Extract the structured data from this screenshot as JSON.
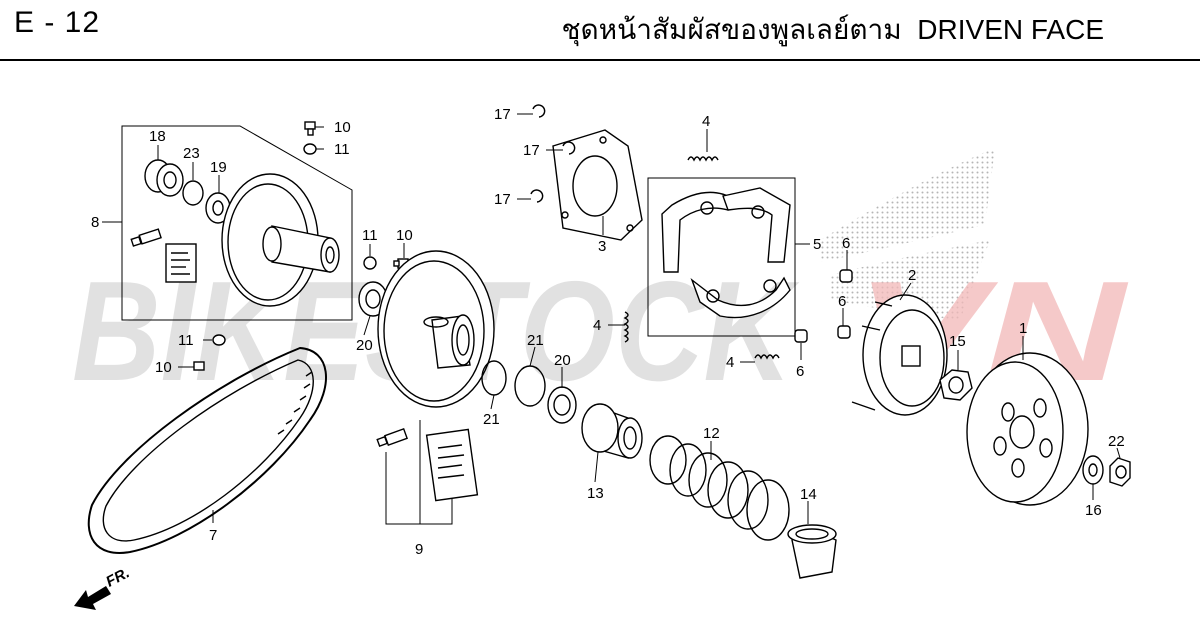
{
  "header": {
    "page_code": "E - 12",
    "title_thai": "ชุดหน้าสัมผัสของพูลเลย์ตาม",
    "title_en": "DRIVEN FACE"
  },
  "watermark": {
    "text_main": "BIKESTOCK",
    "text_accent": "VN",
    "colors": {
      "main": "#d7d7d7",
      "accent": "#f2b8b8"
    }
  },
  "direction_label": "FR.",
  "callouts": {
    "c1": "1",
    "c2": "2",
    "c3": "3",
    "c4a": "4",
    "c4b": "4",
    "c4c": "4",
    "c5": "5",
    "c6a": "6",
    "c6b": "6",
    "c6c": "6",
    "c7": "7",
    "c8": "8",
    "c9": "9",
    "c10a": "10",
    "c10b": "10",
    "c10c": "10",
    "c11a": "11",
    "c11b": "11",
    "c11c": "11",
    "c12": "12",
    "c13": "13",
    "c14": "14",
    "c15": "15",
    "c16": "16",
    "c17a": "17",
    "c17b": "17",
    "c17c": "17",
    "c18": "18",
    "c19": "19",
    "c20a": "20",
    "c20b": "20",
    "c21a": "21",
    "c21b": "21",
    "c22": "22",
    "c23": "23"
  }
}
